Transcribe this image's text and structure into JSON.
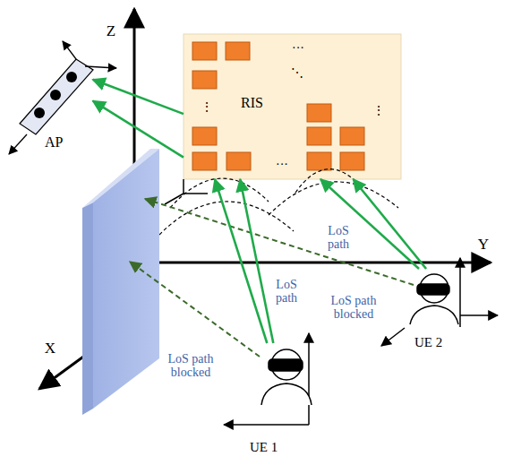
{
  "diagram": {
    "nodes": [
      {
        "text": [
          "AP"
        ]
      },
      {
        "text": [
          "RIS"
        ]
      },
      {
        "text": [
          "UE 1"
        ]
      },
      {
        "text": [
          "UE 2"
        ]
      }
    ],
    "edges": [
      {
        "from": 2,
        "to": 1,
        "arrow": "to"
      },
      {
        "from": 2,
        "to": 1,
        "arrow": "to"
      },
      {
        "from": 3,
        "to": 1,
        "arrow": "to"
      },
      {
        "from": 3,
        "to": 1,
        "arrow": "to"
      },
      {
        "from": 1,
        "to": 0,
        "arrow": "to"
      },
      {
        "from": 1,
        "to": 0,
        "arrow": "to"
      }
    ],
    "labels": [
      "Z",
      "Y",
      "X",
      "LoS path",
      "LoS path",
      "LoS path blocked",
      "LoS path blocked",
      "···",
      "⋱",
      "⋮",
      "⋮",
      "···"
    ]
  }
}
